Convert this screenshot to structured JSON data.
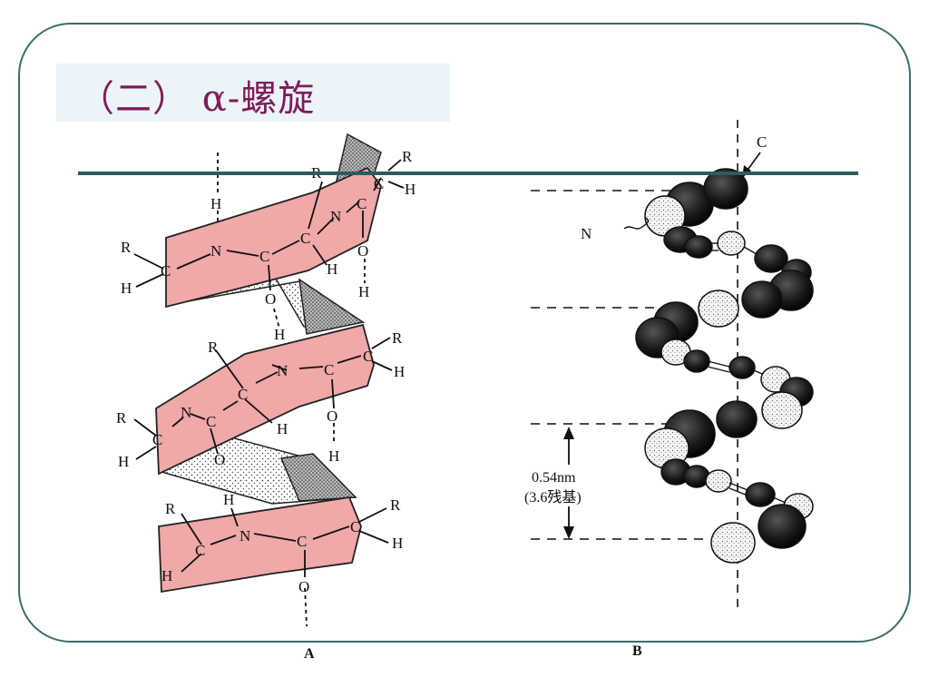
{
  "slide": {
    "title": "（二） α-螺旋"
  },
  "panel_a": {
    "caption": "A",
    "atoms": {
      "R": "R",
      "H": "H",
      "C": "C",
      "N": "N",
      "O": "O"
    }
  },
  "panel_b": {
    "caption": "B",
    "c_terminus": "C",
    "n_terminus": "N",
    "pitch_value": "0.54nm",
    "pitch_residues": "(3.6残基)"
  },
  "colors": {
    "frame": "#3b6b6b",
    "rule": "#2e5c5c",
    "title": "#7e1c58",
    "title_bg": "#eaf4f9",
    "ribbon": "#f0a8a8"
  }
}
